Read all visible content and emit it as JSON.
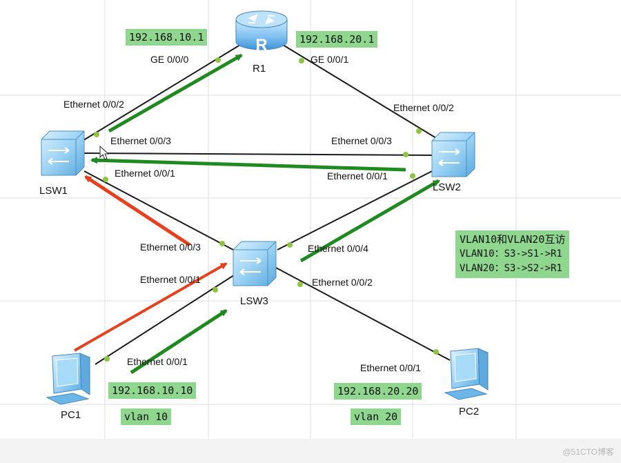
{
  "devices": {
    "router": {
      "label": "R1"
    },
    "lsw1": {
      "label": "LSW1"
    },
    "lsw2": {
      "label": "LSW2"
    },
    "lsw3": {
      "label": "LSW3"
    },
    "pc1": {
      "label": "PC1"
    },
    "pc2": {
      "label": "PC2"
    }
  },
  "ports": {
    "r1_ge000": "GE 0/0/0",
    "r1_ge001": "GE 0/0/1",
    "lsw1_e002": "Ethernet 0/0/2",
    "lsw1_e003": "Ethernet 0/0/3",
    "lsw1_e001": "Ethernet 0/0/1",
    "lsw2_e002": "Ethernet 0/0/2",
    "lsw2_e003": "Ethernet 0/0/3",
    "lsw2_e001": "Ethernet 0/0/1",
    "lsw3_e003": "Ethernet 0/0/3",
    "lsw3_e001": "Ethernet 0/0/1",
    "lsw3_e004": "Ethernet 0/0/4",
    "lsw3_e002": "Ethernet 0/0/2",
    "pc1_e001": "Ethernet 0/0/1",
    "pc2_e001": "Ethernet 0/0/1"
  },
  "addresses": {
    "r1_ge000_ip": "192.168.10.1",
    "r1_ge001_ip": "192.168.20.1",
    "pc1_ip": "192.168.10.10",
    "pc2_ip": "192.168.20.20",
    "pc1_vlan": "vlan 10",
    "pc2_vlan": "vlan 20"
  },
  "note": {
    "title": "VLAN10和VLAN20互访",
    "line1": "VLAN10：S3->S1->R1",
    "line2": "VLAN20：S3->S2->R1"
  },
  "colors": {
    "link": "#1a1a1a",
    "port_dot": "#8cc63f",
    "vlan10_path": "#1f8a1f",
    "vlan20_path": "#1f8a1f",
    "return_path": "#e8401c",
    "label_bg": "#8fd68f",
    "switch_body": "#8ec9ee",
    "router_body": "#6fb6ea",
    "pc_body": "#7cc4ef"
  },
  "watermark": "@51CTO博客"
}
